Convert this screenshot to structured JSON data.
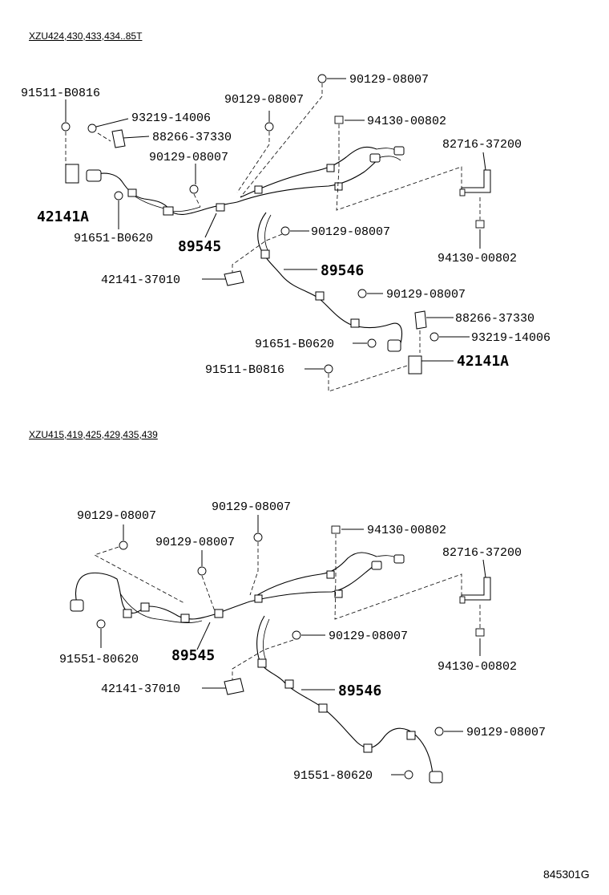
{
  "sections": [
    {
      "header": "XZU424,430,433,434..85T",
      "labels": [
        {
          "id": "l1",
          "text": "90129-08007"
        },
        {
          "id": "l2",
          "text": "91511-B0816"
        },
        {
          "id": "l3",
          "text": "90129-08007"
        },
        {
          "id": "l4",
          "text": "94130-00802"
        },
        {
          "id": "l5",
          "text": "93219-14006"
        },
        {
          "id": "l6",
          "text": "88266-37330"
        },
        {
          "id": "l7",
          "text": "82716-37200"
        },
        {
          "id": "l8",
          "text": "90129-08007"
        },
        {
          "id": "l9",
          "text": "42141A"
        },
        {
          "id": "l10",
          "text": "91651-B0620"
        },
        {
          "id": "l11",
          "text": "89545"
        },
        {
          "id": "l12",
          "text": "90129-08007"
        },
        {
          "id": "l13",
          "text": "94130-00802"
        },
        {
          "id": "l14",
          "text": "42141-37010"
        },
        {
          "id": "l15",
          "text": "89546"
        },
        {
          "id": "l16",
          "text": "90129-08007"
        },
        {
          "id": "l17",
          "text": "88266-37330"
        },
        {
          "id": "l18",
          "text": "93219-14006"
        },
        {
          "id": "l19",
          "text": "91651-B0620"
        },
        {
          "id": "l20",
          "text": "42141A"
        },
        {
          "id": "l21",
          "text": "91511-B0816"
        }
      ]
    },
    {
      "header": "XZU415,419,425,429,435,439",
      "labels": [
        {
          "id": "m1",
          "text": "90129-08007"
        },
        {
          "id": "m2",
          "text": "90129-08007"
        },
        {
          "id": "m3",
          "text": "94130-00802"
        },
        {
          "id": "m4",
          "text": "90129-08007"
        },
        {
          "id": "m5",
          "text": "82716-37200"
        },
        {
          "id": "m6",
          "text": "91551-80620"
        },
        {
          "id": "m7",
          "text": "89545"
        },
        {
          "id": "m8",
          "text": "90129-08007"
        },
        {
          "id": "m9",
          "text": "94130-00802"
        },
        {
          "id": "m10",
          "text": "42141-37010"
        },
        {
          "id": "m11",
          "text": "89546"
        },
        {
          "id": "m12",
          "text": "90129-08007"
        },
        {
          "id": "m13",
          "text": "91551-80620"
        }
      ]
    }
  ],
  "figure_code": "845301G"
}
